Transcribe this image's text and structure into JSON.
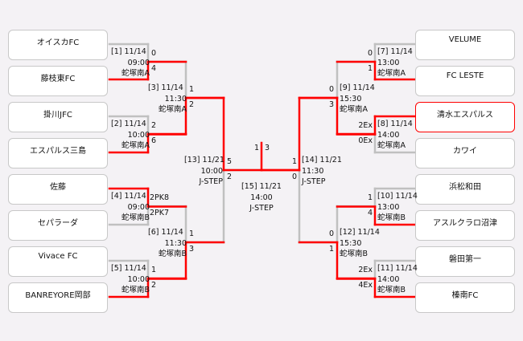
{
  "colors": {
    "winner": "#ff0000",
    "loser": "#c0c0c0",
    "champion_border": "#ff0000"
  },
  "left_teams": [
    "オイスカFC",
    "藤枝東FC",
    "掛川JFC",
    "エスパルス三島",
    "佐藤",
    "セパラーダ",
    "Vivace FC",
    "BANREYORE岡部"
  ],
  "right_teams": [
    "VELUME",
    "FC LESTE",
    "清水エスパルス",
    "カワイ",
    "浜松和田",
    "アスルクラロ沼津",
    "磐田第一",
    "榛南FC"
  ],
  "matches": {
    "m1": {
      "no": "[1] 11/14",
      "time": "09:00",
      "venue": "蛇塚南A",
      "s1": "0",
      "s2": "4"
    },
    "m2": {
      "no": "[2] 11/14",
      "time": "10:00",
      "venue": "蛇塚南A",
      "s1": "2",
      "s2": "6"
    },
    "m3": {
      "no": "[3] 11/14",
      "time": "11:30",
      "venue": "蛇塚南A",
      "s1": "1",
      "s2": "2"
    },
    "m4": {
      "no": "[4] 11/14",
      "time": "09:00",
      "venue": "蛇塚南B",
      "s1": "2PK8",
      "s2": "2PK7"
    },
    "m5": {
      "no": "[5] 11/14",
      "time": "10:00",
      "venue": "蛇塚南B",
      "s1": "1",
      "s2": "2"
    },
    "m6": {
      "no": "[6] 11/14",
      "time": "11:30",
      "venue": "蛇塚南B",
      "s1": "1",
      "s2": "3"
    },
    "m7": {
      "no": "[7] 11/14",
      "time": "13:00",
      "venue": "蛇塚南A",
      "s1": "0",
      "s2": "1"
    },
    "m8": {
      "no": "[8] 11/14",
      "time": "14:00",
      "venue": "蛇塚南A",
      "s1": "2Ex",
      "s2": "0Ex"
    },
    "m9": {
      "no": "[9] 11/14",
      "time": "15:30",
      "venue": "蛇塚南A",
      "s1": "0",
      "s2": "3"
    },
    "m10": {
      "no": "[10] 11/14",
      "time": "13:00",
      "venue": "蛇塚南B",
      "s1": "1",
      "s2": "4"
    },
    "m11": {
      "no": "[11] 11/14",
      "time": "14:00",
      "venue": "蛇塚南B",
      "s1": "2Ex",
      "s2": "4Ex"
    },
    "m12": {
      "no": "[12] 11/14",
      "time": "15:30",
      "venue": "蛇塚南B",
      "s1": "0",
      "s2": "1"
    },
    "m13": {
      "no": "[13] 11/21",
      "time": "10:00",
      "venue": "J-STEP",
      "s1": "5",
      "s2": "2"
    },
    "m14": {
      "no": "[14] 11/21",
      "time": "11:30",
      "venue": "J-STEP",
      "s1": "1",
      "s2": "0"
    },
    "m15": {
      "no": "[15] 11/21",
      "time": "14:00",
      "venue": "J-STEP",
      "s1": "1",
      "s2": "3"
    }
  }
}
